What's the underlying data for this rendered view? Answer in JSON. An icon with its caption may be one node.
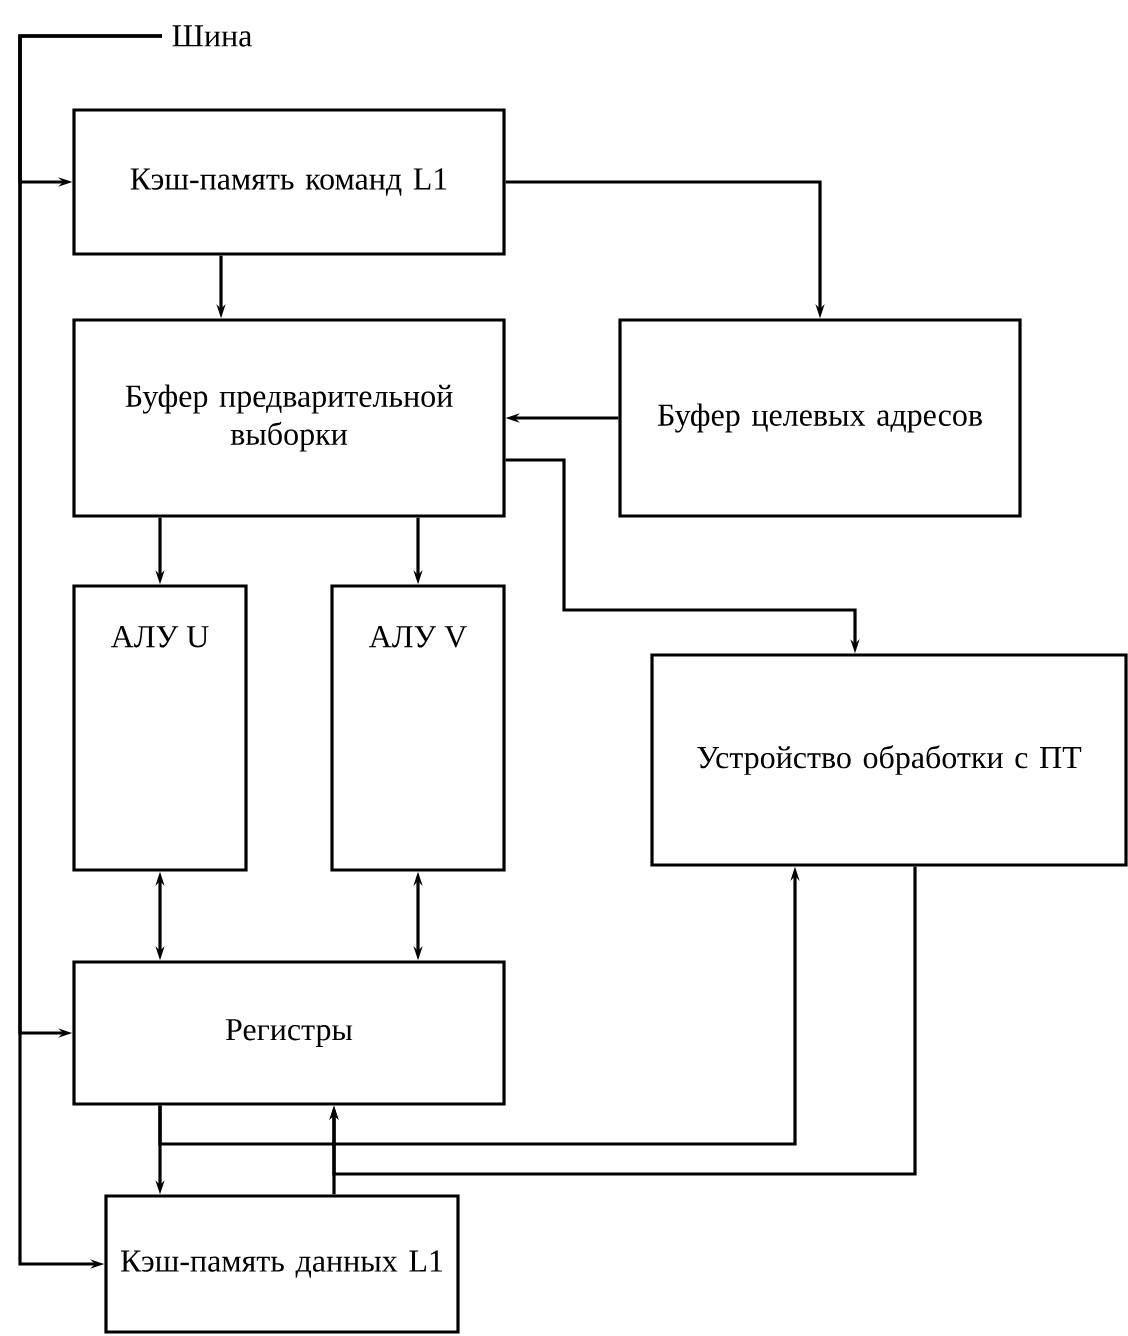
{
  "diagram": {
    "nodes": [
      {
        "text": [
          "Шина"
        ]
      },
      {
        "text": [
          "Кэш-память команд L1"
        ]
      },
      {
        "text": [
          "Буфер предварительной выборки"
        ]
      },
      {
        "text": [
          "Буфер целевых адресов"
        ]
      },
      {
        "text": [
          "АЛУ U"
        ]
      },
      {
        "text": [
          "АЛУ V"
        ]
      },
      {
        "text": [
          "Устройство обработки с ПТ"
        ]
      },
      {
        "text": [
          "Регистры"
        ]
      },
      {
        "text": [
          "Кэш-память данных L1"
        ]
      }
    ],
    "edges": [
      {
        "from": 0,
        "to": 1,
        "arrow": "to"
      },
      {
        "from": 0,
        "to": 7,
        "arrow": "to"
      },
      {
        "from": 0,
        "to": 8,
        "arrow": "to"
      },
      {
        "from": 1,
        "to": 2,
        "arrow": "to"
      },
      {
        "from": 1,
        "to": 3,
        "arrow": "to"
      },
      {
        "from": 3,
        "to": 2,
        "arrow": "to"
      },
      {
        "from": 2,
        "to": 4,
        "arrow": "to"
      },
      {
        "from": 2,
        "to": 5,
        "arrow": "to"
      },
      {
        "from": 2,
        "to": 6,
        "arrow": "to"
      },
      {
        "from": 4,
        "to": 7,
        "arrow": "both"
      },
      {
        "from": 5,
        "to": 7,
        "arrow": "both"
      },
      {
        "from": 7,
        "to": 8,
        "arrow": "to"
      },
      {
        "from": 7,
        "to": 6,
        "arrow": "to"
      },
      {
        "from": 8,
        "to": 7,
        "arrow": "to"
      },
      {
        "from": 6,
        "to": 7,
        "arrow": "to"
      }
    ]
  }
}
